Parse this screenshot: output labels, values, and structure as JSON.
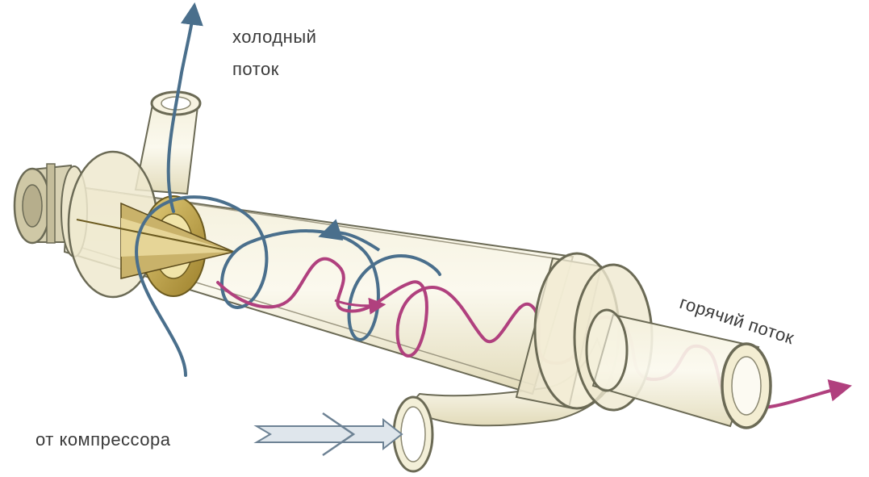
{
  "labels": {
    "cold_flow_line1": "холодный",
    "cold_flow_line2": "поток",
    "hot_flow": "горячий поток",
    "from_compressor": "от компрессора"
  },
  "colors": {
    "cold_stream": "#4a6f8c",
    "hot_stream": "#b0407e",
    "body_tint": "#ece6cc",
    "body_outline": "#6b6a55",
    "brass": "#b99a3c",
    "inlet_arrow": "#6d8294",
    "label_text": "#3a3a3a"
  },
  "icons": {
    "cold_exit": "arrow-up-icon",
    "hot_exit": "arrow-right-icon",
    "inlet": "arrow-right-icon"
  }
}
